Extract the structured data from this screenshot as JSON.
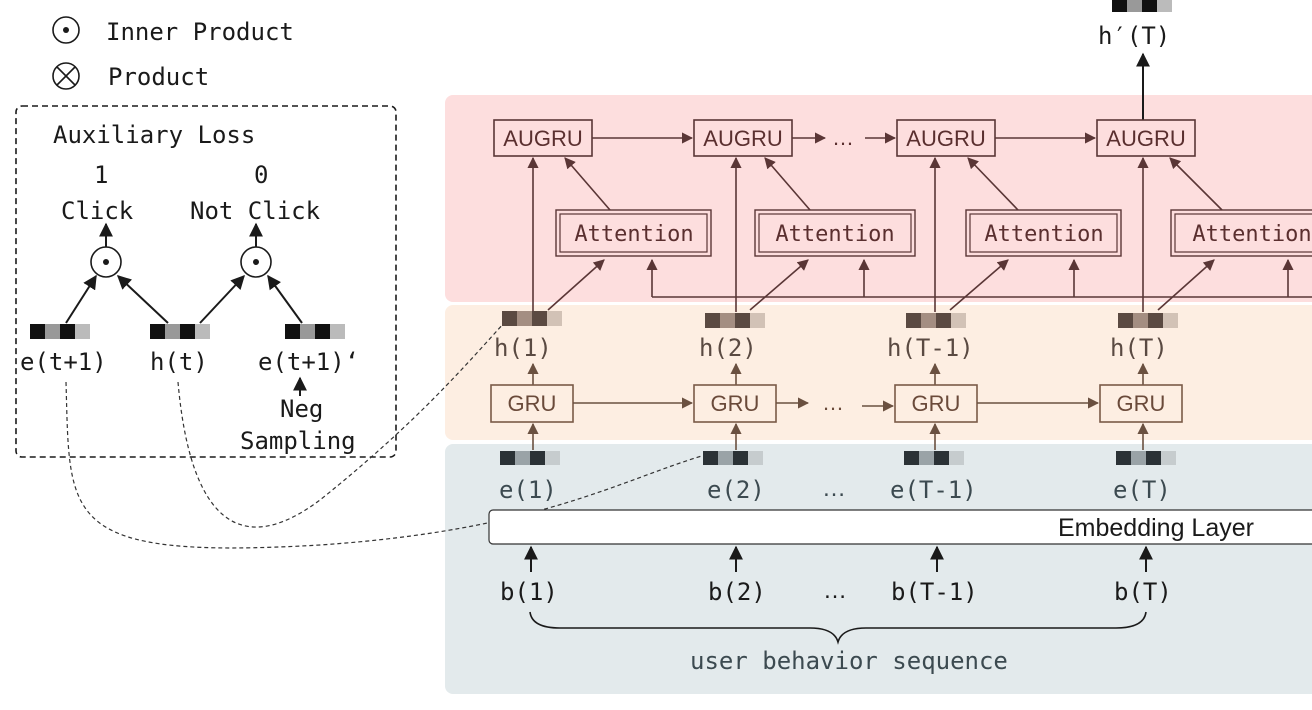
{
  "legend": {
    "inner_product": "Inner Product",
    "product": "Product"
  },
  "aux_loss": {
    "title": "Auxiliary Loss",
    "click_value": "1",
    "click_label": "Click",
    "notclick_value": "0",
    "notclick_label": "Not Click",
    "e_pos": "e(t+1)",
    "h_t": "h(t)",
    "e_neg": "e(t+1)‘",
    "neg_sampling_1": "Neg",
    "neg_sampling_2": "Sampling"
  },
  "top_output": "h′(T)",
  "augru": [
    "AUGRU",
    "AUGRU",
    "AUGRU",
    "AUGRU"
  ],
  "augru_ellipsis": "…",
  "attention": [
    "Attention",
    "Attention",
    "Attention",
    "Attention"
  ],
  "hidden": [
    "h(1)",
    "h(2)",
    "h(T-1)",
    "h(T)"
  ],
  "gru": [
    "GRU",
    "GRU",
    "GRU",
    "GRU"
  ],
  "gru_ellipsis": "…",
  "embeds": [
    "e(1)",
    "e(2)",
    "e(T-1)",
    "e(T)"
  ],
  "embed_ellipsis": "…",
  "embedding_layer": "Embedding Layer",
  "behaviors": [
    "b(1)",
    "b(2)",
    "b(T-1)",
    "b(T)"
  ],
  "behavior_ellipsis": "…",
  "sequence_label": "user behavior sequence",
  "colors": {
    "interest_evolving_layer": "#fddede",
    "interest_extractor_layer": "#fdeee2",
    "behavior_layer": "#e3eaec"
  }
}
